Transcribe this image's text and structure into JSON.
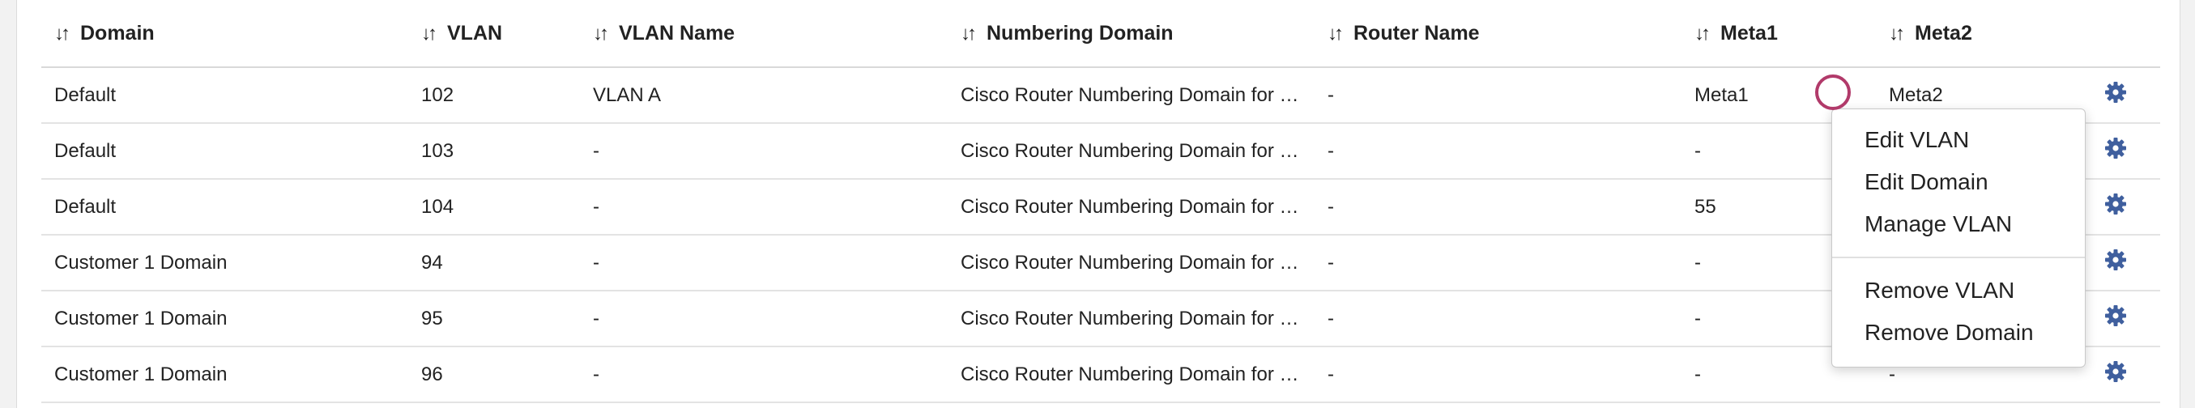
{
  "table": {
    "columns": [
      {
        "label": "Domain"
      },
      {
        "label": "VLAN"
      },
      {
        "label": "VLAN Name"
      },
      {
        "label": "Numbering Domain"
      },
      {
        "label": "Router Name"
      },
      {
        "label": "Meta1"
      },
      {
        "label": "Meta2"
      }
    ],
    "sort_glyph": "↓↑",
    "rows": [
      {
        "domain": "Default",
        "vlan": "102",
        "vlan_name": "VLAN A",
        "numbering_domain": "Cisco Router Numbering Domain for …",
        "router_name": "-",
        "meta1": "Meta1",
        "meta2": "Meta2"
      },
      {
        "domain": "Default",
        "vlan": "103",
        "vlan_name": "-",
        "numbering_domain": "Cisco Router Numbering Domain for …",
        "router_name": "-",
        "meta1": "-",
        "meta2": ""
      },
      {
        "domain": "Default",
        "vlan": "104",
        "vlan_name": "-",
        "numbering_domain": "Cisco Router Numbering Domain for …",
        "router_name": "-",
        "meta1": "55",
        "meta2": ""
      },
      {
        "domain": "Customer 1 Domain",
        "vlan": "94",
        "vlan_name": "-",
        "numbering_domain": "Cisco Router Numbering Domain for …",
        "router_name": "-",
        "meta1": "-",
        "meta2": ""
      },
      {
        "domain": "Customer 1 Domain",
        "vlan": "95",
        "vlan_name": "-",
        "numbering_domain": "Cisco Router Numbering Domain for …",
        "router_name": "-",
        "meta1": "-",
        "meta2": ""
      },
      {
        "domain": "Customer 1 Domain",
        "vlan": "96",
        "vlan_name": "-",
        "numbering_domain": "Cisco Router Numbering Domain for …",
        "router_name": "-",
        "meta1": "-",
        "meta2": "-"
      }
    ],
    "row_action_icon": "gear-icon"
  },
  "context_menu": {
    "group1": [
      "Edit VLAN",
      "Edit Domain",
      "Manage VLAN"
    ],
    "group2": [
      "Remove VLAN",
      "Remove Domain"
    ]
  },
  "colors": {
    "gear": "#3f5f9e",
    "cursor_ring": "#b13a6a"
  }
}
